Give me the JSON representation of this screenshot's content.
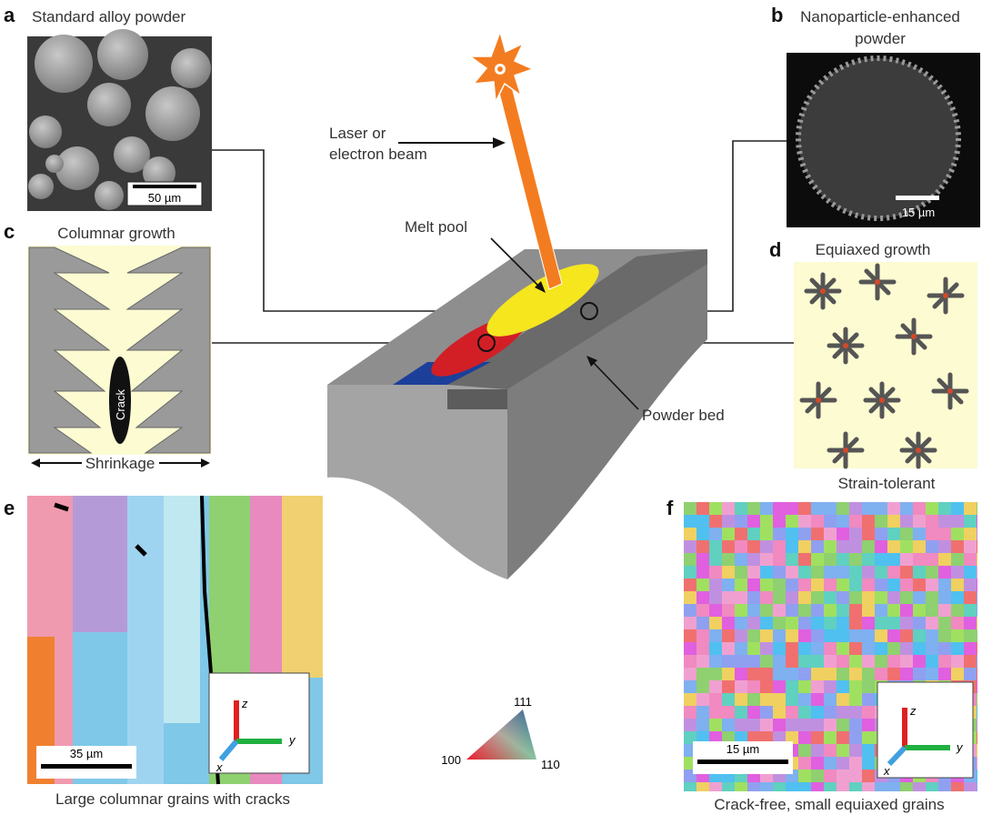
{
  "panels": {
    "a": {
      "letter": "a",
      "title": "Standard alloy powder",
      "scale": "50 µm"
    },
    "b": {
      "letter": "b",
      "title_line1": "Nanoparticle-enhanced",
      "title_line2": "powder",
      "scale": "15 µm"
    },
    "c": {
      "letter": "c",
      "title": "Columnar growth",
      "crack": "Crack",
      "bottom": "Shrinkage"
    },
    "d": {
      "letter": "d",
      "title": "Equiaxed growth",
      "bottom": "Strain-tolerant"
    },
    "e": {
      "letter": "e",
      "caption": "Large columnar grains with cracks",
      "scale": "35 µm",
      "axes": {
        "z": "z",
        "y": "y",
        "x": "x"
      }
    },
    "f": {
      "letter": "f",
      "caption": "Crack-free, small equiaxed grains",
      "scale": "15 µm",
      "axes": {
        "z": "z",
        "y": "y",
        "x": "x"
      }
    }
  },
  "center": {
    "beam_label_line1": "Laser or",
    "beam_label_line2": "electron beam",
    "melt_pool": "Melt pool",
    "powder_bed": "Powder bed"
  },
  "ipf_legend": {
    "top": "111",
    "left": "100",
    "right": "110"
  },
  "colors": {
    "beam": "#f47c20",
    "melt": "#f5e61e",
    "red": "#d21f26",
    "blue": "#1c3f9a",
    "cream": "#fdfbd2"
  }
}
